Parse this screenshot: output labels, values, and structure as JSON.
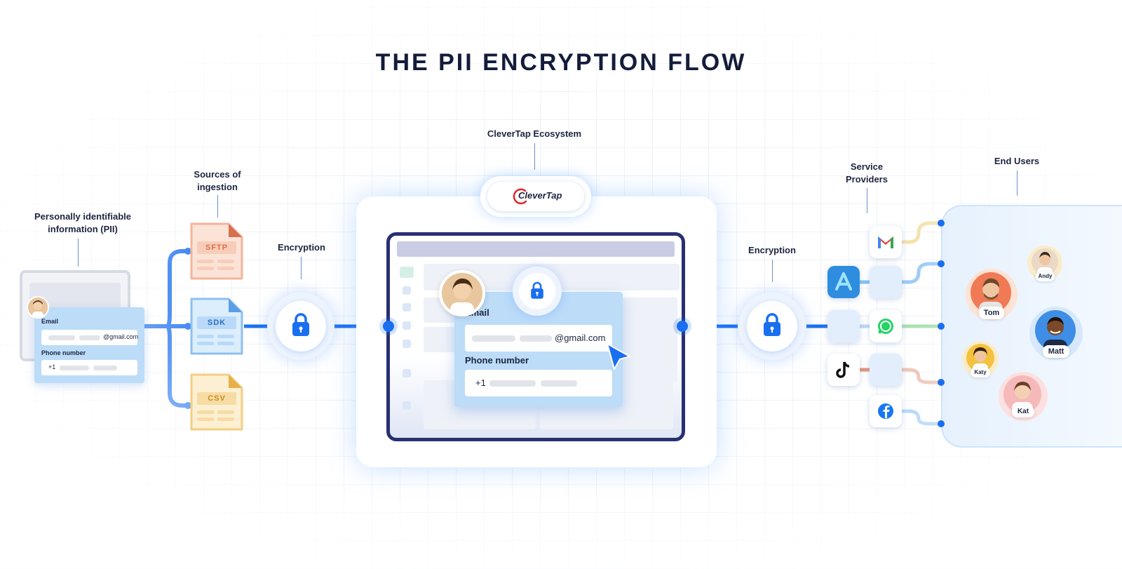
{
  "title": "THE PII ENCRYPTION FLOW",
  "labels": {
    "pii": [
      "Personally identifiable",
      "information (PII)"
    ],
    "sources": [
      "Sources of",
      "ingestion"
    ],
    "encryption_left": "Encryption",
    "ecosystem": "CleverTap Ecosystem",
    "encryption_right": "Encryption",
    "service_providers": [
      "Service",
      "Providers"
    ],
    "end_users": "End Users"
  },
  "pii_card": {
    "email_label": "Email",
    "email_suffix": "@gmail.com",
    "phone_label": "Phone number",
    "phone_prefix": "+1"
  },
  "sources": [
    {
      "name": "SFTP",
      "color": "#f4b49c",
      "fill": "#fbe3d8",
      "text": "#d4714f"
    },
    {
      "name": "SDK",
      "color": "#8cc0f0",
      "fill": "#dceefc",
      "text": "#2c6cc0"
    },
    {
      "name": "CSV",
      "color": "#f2cf82",
      "fill": "#fcefd2",
      "text": "#c68a24"
    }
  ],
  "clevertap_logo": "CleverTap",
  "center_form": {
    "email_label": "Email",
    "email_suffix": "@gmail.com",
    "phone_label": "Phone number",
    "phone_prefix": "+1"
  },
  "service_icons": [
    "gmail-icon",
    "app-store-icon",
    "whatsapp-icon",
    "tiktok-icon",
    "facebook-icon"
  ],
  "end_users": [
    {
      "name": "Tom"
    },
    {
      "name": "Andy"
    },
    {
      "name": "Matt"
    },
    {
      "name": "Katy"
    },
    {
      "name": "Kat"
    }
  ],
  "colors": {
    "accent": "#1a6ff0",
    "navy": "#283072",
    "title": "#141c3a"
  }
}
